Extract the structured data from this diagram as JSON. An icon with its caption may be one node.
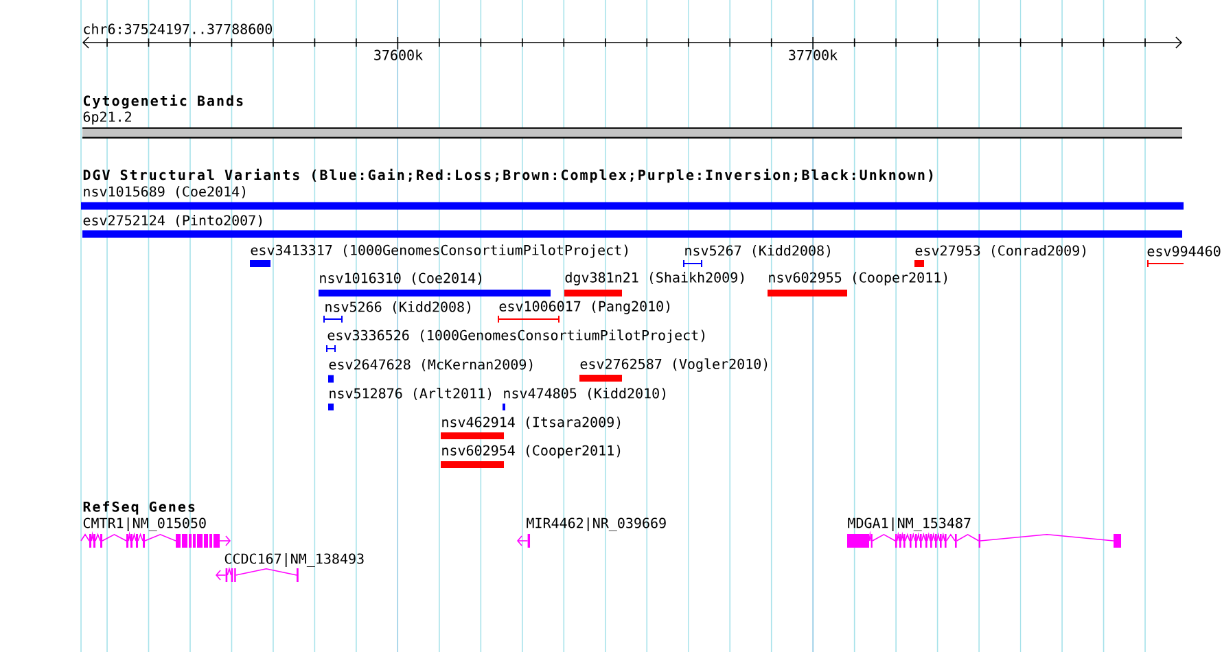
{
  "diagram": {
    "nodes": [
      {
        "text": [
          "6p21.2"
        ]
      },
      {
        "text": [
          "nsv1015689 (Coe2014)"
        ]
      },
      {
        "text": [
          "esv2752124 (Pinto2007)"
        ]
      },
      {
        "text": [
          "esv3413317 (1000GenomesConsortiumPilotProject)"
        ]
      },
      {
        "text": [
          "nsv5267 (Kidd2008)"
        ]
      },
      {
        "text": [
          "esv27953 (Conrad2009)"
        ]
      },
      {
        "text": [
          "esv994460"
        ]
      },
      {
        "text": [
          "nsv1016310 (Coe2014)"
        ]
      },
      {
        "text": [
          "dgv381n21 (Shaikh2009)"
        ]
      },
      {
        "text": [
          "nsv602955 (Cooper2011)"
        ]
      },
      {
        "text": [
          "nsv5266 (Kidd2008)"
        ]
      },
      {
        "text": [
          "esv1006017 (Pang2010)"
        ]
      },
      {
        "text": [
          "esv3336526 (1000GenomesConsortiumPilotProject)"
        ]
      },
      {
        "text": [
          "esv2647628 (McKernan2009)"
        ]
      },
      {
        "text": [
          "esv2762587 (Vogler2010)"
        ]
      },
      {
        "text": [
          "nsv512876 (Arlt2011)"
        ]
      },
      {
        "text": [
          "nsv474805 (Kidd2010)"
        ]
      },
      {
        "text": [
          "nsv462914 (Itsara2009)"
        ]
      },
      {
        "text": [
          "nsv602954 (Cooper2011)"
        ]
      },
      {
        "text": [
          "CMTR1|NM_015050"
        ]
      },
      {
        "text": [
          "CCDC167|NM_138493"
        ]
      },
      {
        "text": [
          "MIR4462|NR_039669"
        ]
      },
      {
        "text": [
          "MDGA1|NM_153487"
        ]
      }
    ],
    "labels": [
      "chr6:37524197..37788600",
      "37600k",
      "37700k",
      "Cytogenetic Bands",
      "DGV Structural Variants (Blue:Gain;Red:Loss;Brown:Complex;Purple:Inversion;Black:Unknown)",
      "RefSeq Genes"
    ]
  }
}
